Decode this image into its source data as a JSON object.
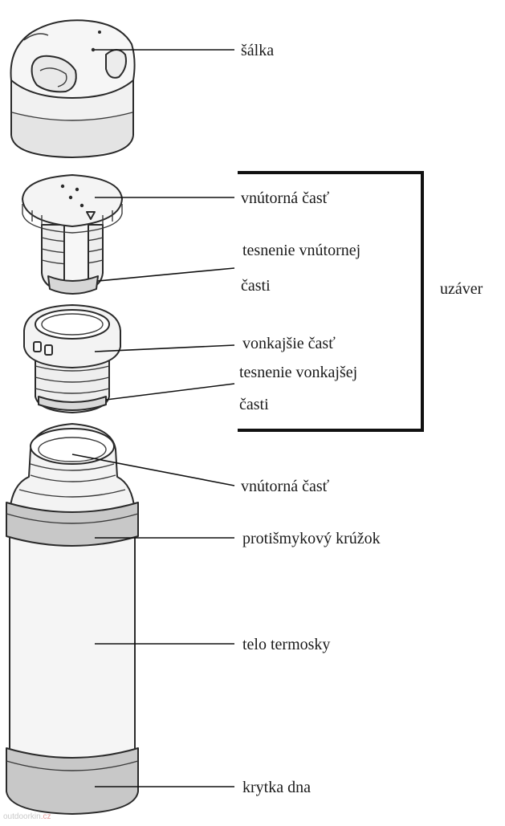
{
  "labels": {
    "salka": "šálka",
    "vnutorna_cast_cap": "vnútorná časť",
    "tesnenie_vnutornej_1": "tesnenie vnútornej",
    "tesnenie_vnutornej_2": "časti",
    "vonkajsie_cast": "vonkajšie časť",
    "tesnenie_vonkajsej_1": "tesnenie vonkajšej",
    "tesnenie_vonkajsej_2": "časti",
    "uzaver": "uzáver",
    "vnutorna_cast_body": "vnútorná časť",
    "protismykovy_kruzok": "protišmykový krúžok",
    "telo_termosky": "telo termosky",
    "krytka_dna": "krytka dna"
  },
  "watermark": {
    "text_main": "outdoorkin",
    "text_accent": ".cz"
  },
  "colors": {
    "outline": "#2a2a2a",
    "part_fill": "#f2f2f2",
    "band_fill": "#c8c8c8",
    "label_text": "#1a1a1a"
  }
}
